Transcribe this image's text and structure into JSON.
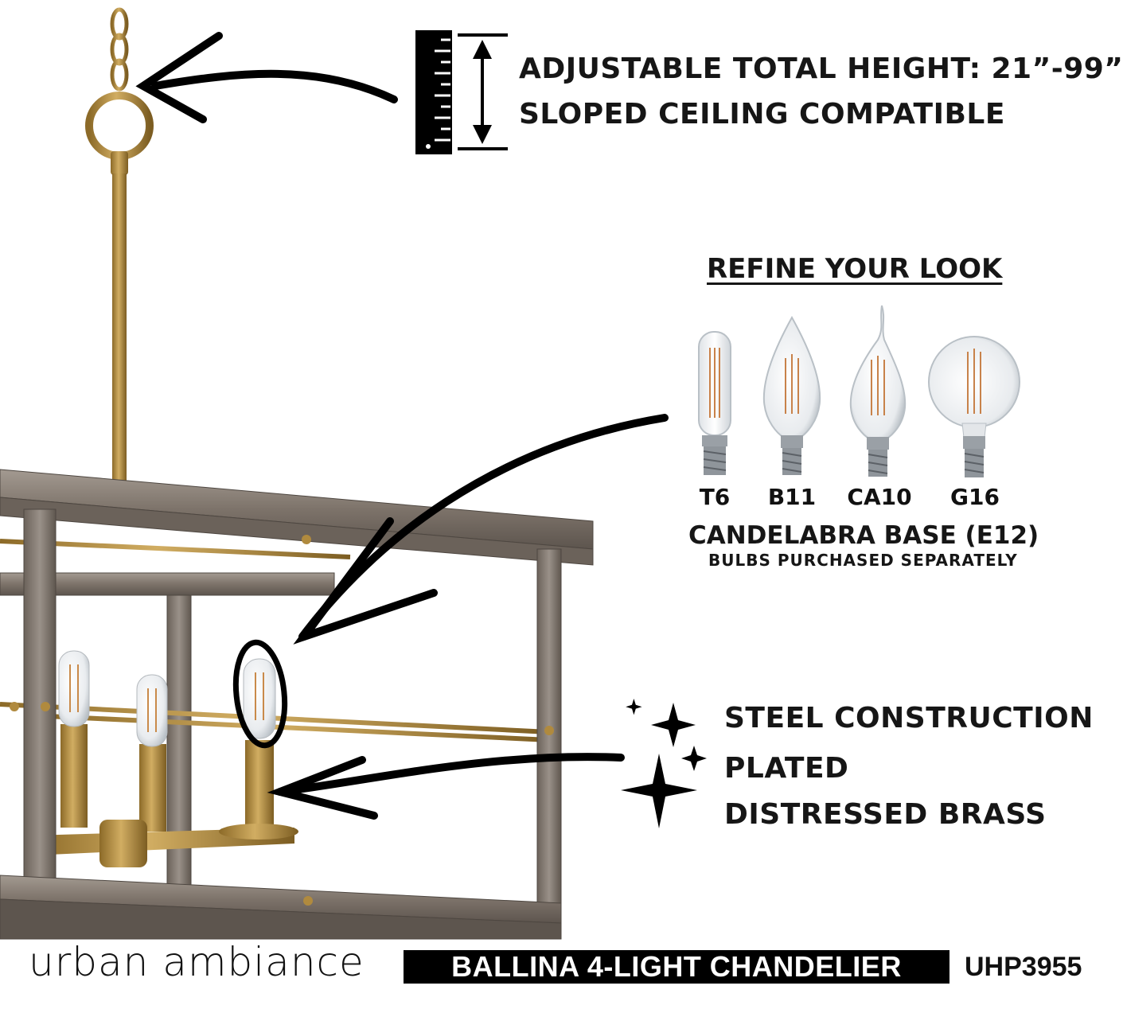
{
  "header": {
    "height_line1": "ADJUSTABLE TOTAL HEIGHT: 21”-99”",
    "height_line2": "SLOPED CEILING COMPATIBLE"
  },
  "refine": {
    "title": "REFINE YOUR LOOK",
    "bulbs": [
      {
        "label": "T6",
        "icon": "t6-bulb-icon"
      },
      {
        "label": "B11",
        "icon": "b11-bulb-icon"
      },
      {
        "label": "CA10",
        "icon": "ca10-bulb-icon"
      },
      {
        "label": "G16",
        "icon": "g16-bulb-icon"
      }
    ],
    "base": "CANDELABRA BASE (E12)",
    "note": "BULBS PURCHASED SEPARATELY"
  },
  "features": {
    "line1": "STEEL CONSTRUCTION",
    "line2": "PLATED",
    "line3": "DISTRESSED BRASS"
  },
  "footer": {
    "brand": "urban ambiance",
    "product": "BALLINA 4-LIGHT CHANDELIER",
    "sku": "UHP3955"
  },
  "colors": {
    "brass": "#b08a3e",
    "wood": "#8a8178",
    "ink": "#111111"
  }
}
